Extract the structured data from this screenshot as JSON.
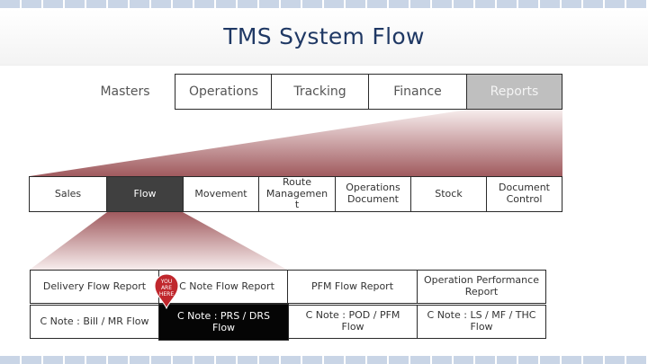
{
  "title": "TMS System Flow",
  "top_nav": [
    "Masters",
    "Operations",
    "Tracking",
    "Finance",
    "Reports"
  ],
  "reports_menu": [
    "Sales",
    "Flow",
    "Movement",
    "Route Managemen t",
    "Operations Document",
    "Stock",
    "Document Control"
  ],
  "flow_reports": {
    "delivery_flow_report": "Delivery Flow Report",
    "c_note_flow_report": "C Note Flow Report",
    "pfm_flow_report": "PFM Flow Report",
    "operation_performance_report": "Operation Performance Report",
    "c_note_bill_mr_flow": "C Note : Bill / MR Flow",
    "c_note_prs_drs_flow": "C Note : PRS / DRS Flow",
    "c_note_pod_pfm_flow": "C Note : POD / PFM Flow",
    "c_note_ls_mf_thc_flow": "C Note : LS / MF / THC Flow"
  },
  "marker": {
    "line1": "YOU",
    "line2": "ARE",
    "line3": "HERE"
  },
  "colors": {
    "title": "#1f3864",
    "stripe": "#c9d5e6",
    "reports_active": "#bfbfbf",
    "flow_active": "#404040",
    "current_item": "#050505",
    "marker": "#c0272d",
    "funnel_dark": "#a05a5e",
    "funnel_light": "#f7eded"
  }
}
